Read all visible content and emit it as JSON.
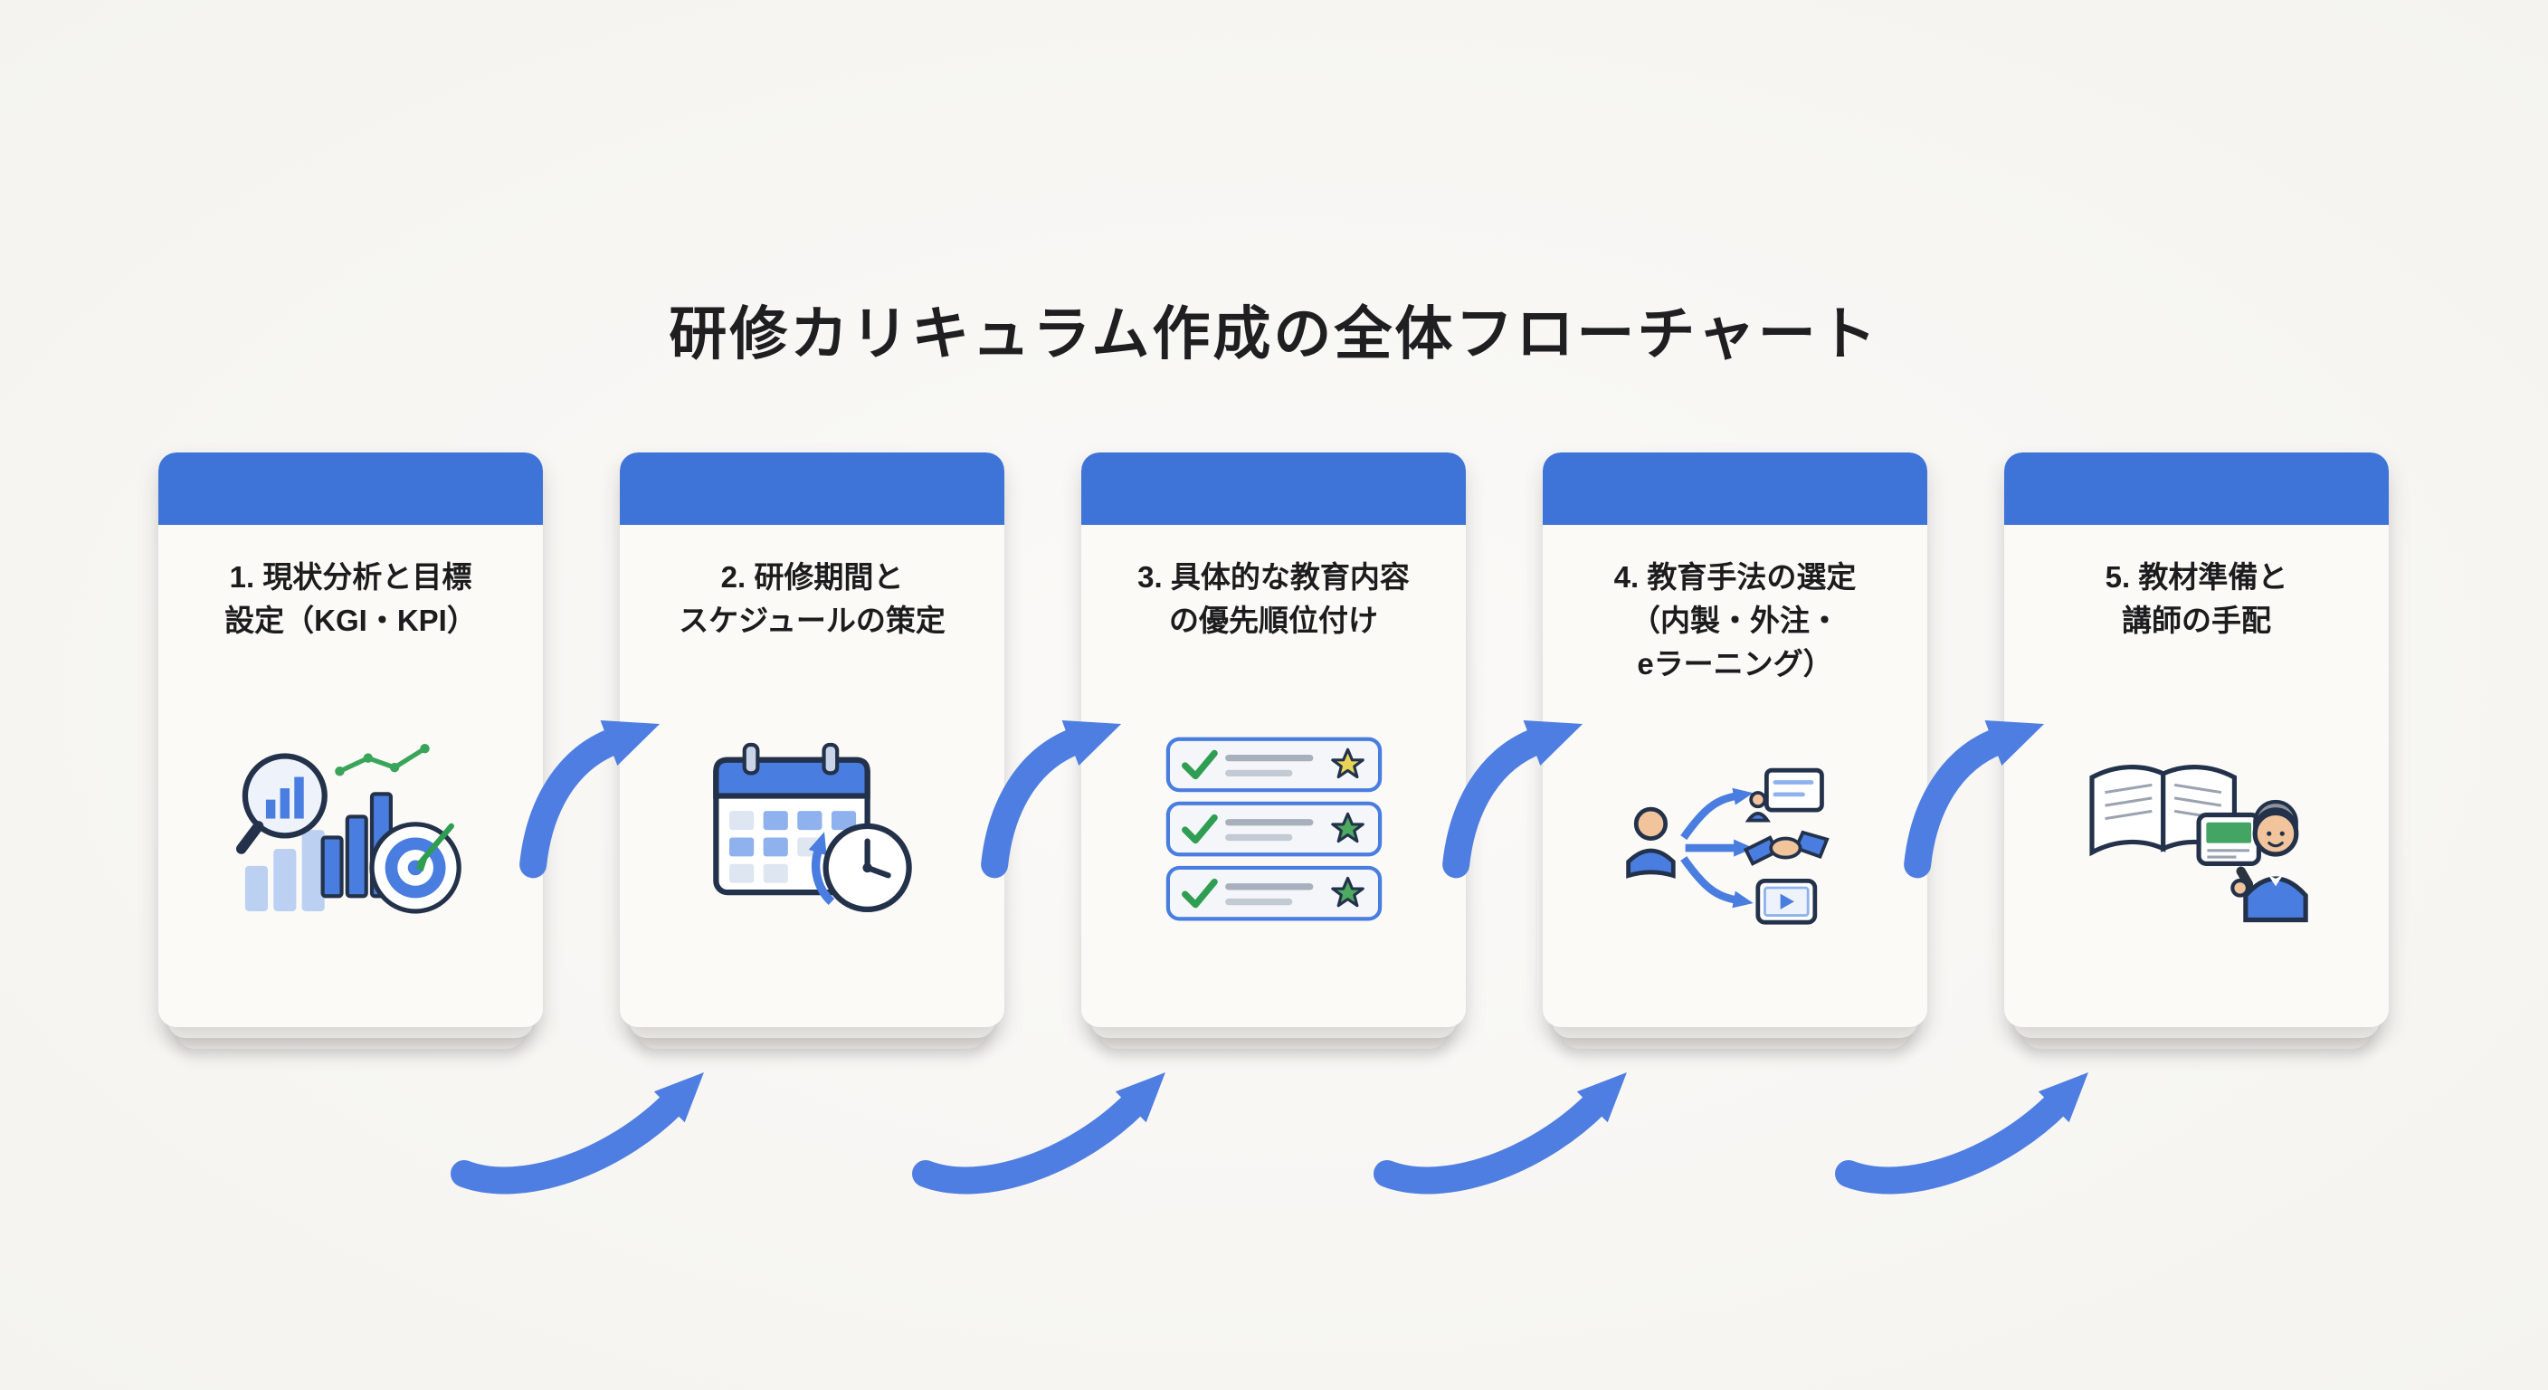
{
  "title": "研修カリキュラム作成の全体フローチャート",
  "colors": {
    "header_blue": "#3e73d8",
    "arrow_blue": "#4f7ee2",
    "background": "#f7f6f3",
    "card_background": "#fbfaf7",
    "text": "#1c1c1e",
    "accent_green": "#3aa55a",
    "star_yellow": "#e8d557",
    "star_green": "#4cab5f"
  },
  "steps": [
    {
      "number": "1",
      "label": "1. 現状分析と目標\n設定（KGI・KPI）",
      "icon": "analysis-target-icon"
    },
    {
      "number": "2",
      "label": "2. 研修期間と\nスケジュールの策定",
      "icon": "calendar-clock-icon"
    },
    {
      "number": "3",
      "label": "3. 具体的な教育内容\nの優先順位付け",
      "icon": "priority-checklist-icon"
    },
    {
      "number": "4",
      "label": "4. 教育手法の選定\n（内製・外注・\neラーニング）",
      "icon": "training-methods-icon"
    },
    {
      "number": "5",
      "label": "5. 教材準備と\n講師の手配",
      "icon": "materials-instructor-icon"
    }
  ],
  "flow": {
    "direction": "left-to-right",
    "arrow_count_mid": 4,
    "arrow_count_bottom": 4
  }
}
